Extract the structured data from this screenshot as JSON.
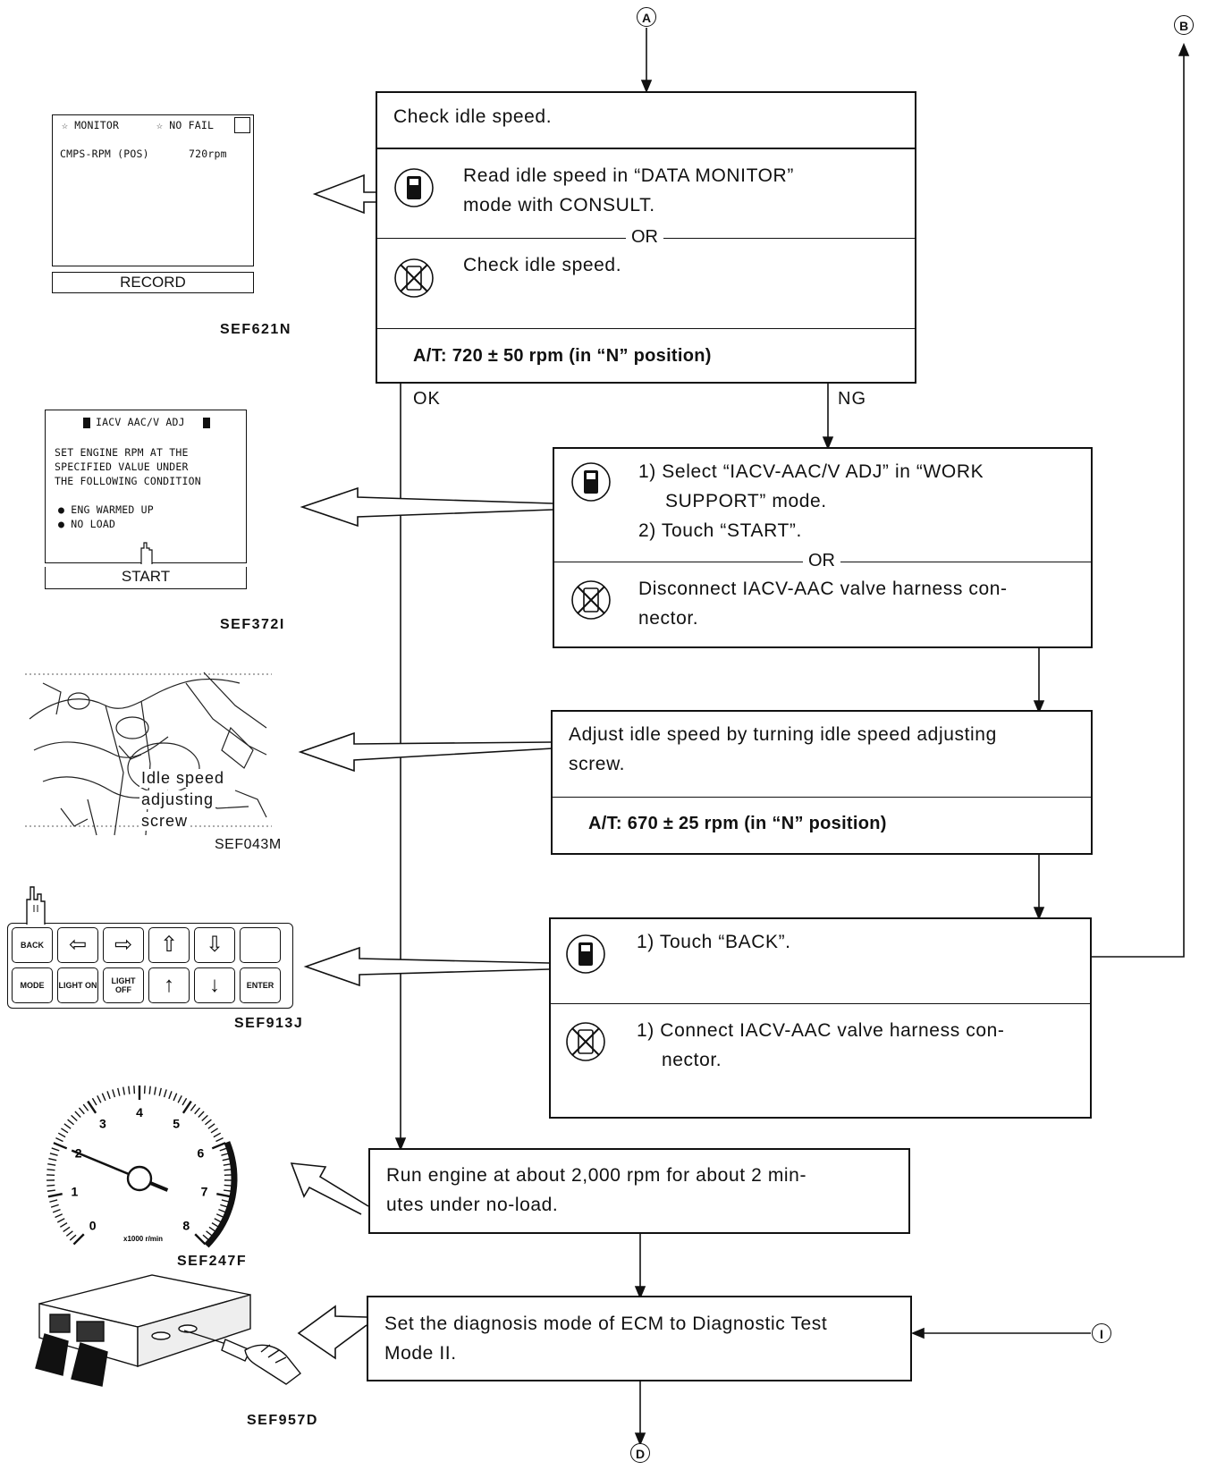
{
  "markers": {
    "A": "A",
    "B": "B",
    "I": "I",
    "D": "D"
  },
  "box1": {
    "title": "Check idle speed.",
    "consult_line1": "Read idle speed in “DATA MONITOR”",
    "consult_line2": "mode with CONSULT.",
    "or": "OR",
    "noconsult": "Check idle speed.",
    "spec": "A/T: 720 ± 50 rpm (in “N” position)"
  },
  "ok_label": "OK",
  "ng_label": "NG",
  "box2": {
    "step1_line1": "1) Select “IACV-AAC/V ADJ” in “WORK",
    "step1_line2": "SUPPORT” mode.",
    "step2": "2) Touch “START”.",
    "or": "OR",
    "noconsult_line1": "Disconnect IACV-AAC valve harness con-",
    "noconsult_line2": "nector."
  },
  "box3": {
    "line1": "Adjust idle speed by turning idle speed adjusting",
    "line2": "screw.",
    "spec": "A/T: 670 ± 25 rpm (in “N” position)"
  },
  "box4": {
    "consult": "1) Touch “BACK”.",
    "noconsult_line1": "1) Connect IACV-AAC valve harness con-",
    "noconsult_line2": "nector."
  },
  "box5": {
    "line1": "Run engine at about 2,000 rpm for about 2 min-",
    "line2": "utes under no-load."
  },
  "box6": {
    "line1": "Set the diagnosis mode of ECM to Diagnostic Test",
    "line2": "Mode II."
  },
  "fig1": {
    "monitor": "☆ MONITOR",
    "nofail": "☆ NO FAIL",
    "row_label": "CMPS-RPM (POS)",
    "row_value": "720rpm",
    "button": "RECORD",
    "code": "SEF621N"
  },
  "fig2": {
    "title": "IACV AAC/V ADJ",
    "line1": "SET ENGINE RPM AT THE",
    "line2": "SPECIFIED VALUE UNDER",
    "line3": "THE FOLLOWING CONDITION",
    "bullet1": "● ENG WARMED UP",
    "bullet2": "● NO LOAD",
    "button": "START",
    "code": "SEF372I"
  },
  "fig3": {
    "label1": "Idle speed",
    "label2": "adjusting",
    "label3": "screw",
    "code": "SEF043M"
  },
  "fig4": {
    "keys": [
      "BACK",
      "⇦",
      "⇨",
      "⇧",
      "⇩",
      "",
      "MODE",
      "LIGHT ON",
      "LIGHT OFF",
      "↑",
      "↓",
      "ENTER"
    ],
    "code": "SEF913J"
  },
  "fig5": {
    "ticks": [
      "0",
      "1",
      "2",
      "3",
      "4",
      "5",
      "6",
      "7",
      "8"
    ],
    "unit": "x1000 r/min",
    "code": "SEF247F"
  },
  "fig6": {
    "code": "SEF957D"
  }
}
